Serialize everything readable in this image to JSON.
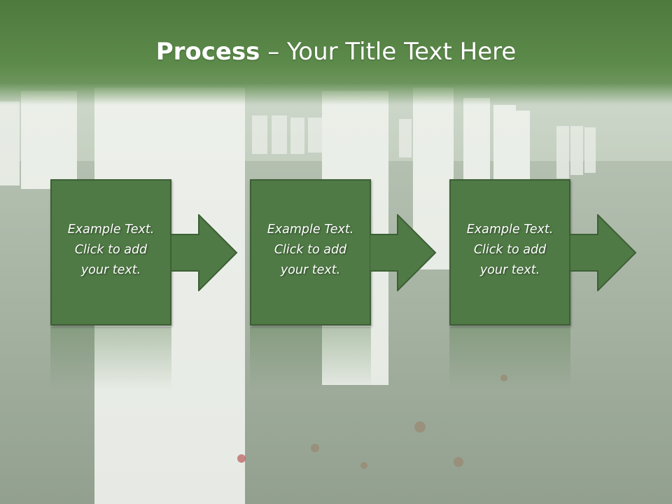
{
  "slide": {
    "title_bold": "Process",
    "title_rest": " – Your Title Text Here"
  },
  "steps": [
    {
      "line1": "Example Text.",
      "line2": "Click  to add",
      "line3": "your text."
    },
    {
      "line1": "Example Text.",
      "line2": "Click  to add",
      "line3": "your text."
    },
    {
      "line1": "Example Text.",
      "line2": "Click  to add",
      "line3": "your text."
    }
  ],
  "colors": {
    "title_bar": "#5a8848",
    "box_fill": "#4f7a45",
    "box_border": "#3d5f35",
    "text": "#ffffff"
  }
}
